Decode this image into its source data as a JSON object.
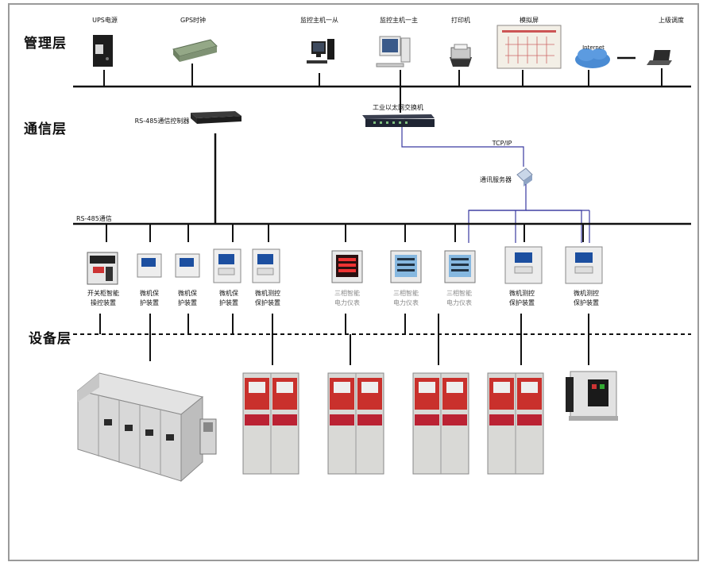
{
  "layers": {
    "management": "管理层",
    "communication": "通信层",
    "device": "设备层"
  },
  "top_devices": {
    "ups": "UPS电源",
    "gps": "GPS时钟",
    "monitor_slave": "监控主机一从",
    "monitor_master": "监控主机一主",
    "printer": "打印机",
    "mimic_panel": "模拟屏",
    "internet": "Internet",
    "dispatch": "上级调度"
  },
  "comm": {
    "rs485_controller": "RS-485通信控制器",
    "ethernet_switch": "工业以太网交换机",
    "tcpip": "TCP/IP",
    "comm_server": "通讯服务器",
    "rs485_bus": "RS-485通信"
  },
  "field_devices": [
    {
      "l1": "开关柜智能",
      "l2": "操控装置",
      "dim": false
    },
    {
      "l1": "微机保",
      "l2": "护装置",
      "dim": false
    },
    {
      "l1": "微机保",
      "l2": "护装置",
      "dim": false
    },
    {
      "l1": "微机保",
      "l2": "护装置",
      "dim": false
    },
    {
      "l1": "微机测控",
      "l2": "保护装置",
      "dim": false
    },
    {
      "l1": "三相智能",
      "l2": "电力仪表",
      "dim": true
    },
    {
      "l1": "三相智能",
      "l2": "电力仪表",
      "dim": true
    },
    {
      "l1": "三相智能",
      "l2": "电力仪表",
      "dim": true
    },
    {
      "l1": "微机测控",
      "l2": "保护装置",
      "dim": false
    },
    {
      "l1": "微机测控",
      "l2": "保护装置",
      "dim": false
    }
  ],
  "colors": {
    "bus_line": "#111111",
    "tcp_line": "#3a3aa0",
    "cabinet": "#d9d9d6",
    "cabinet_panel": "#c9302c"
  }
}
